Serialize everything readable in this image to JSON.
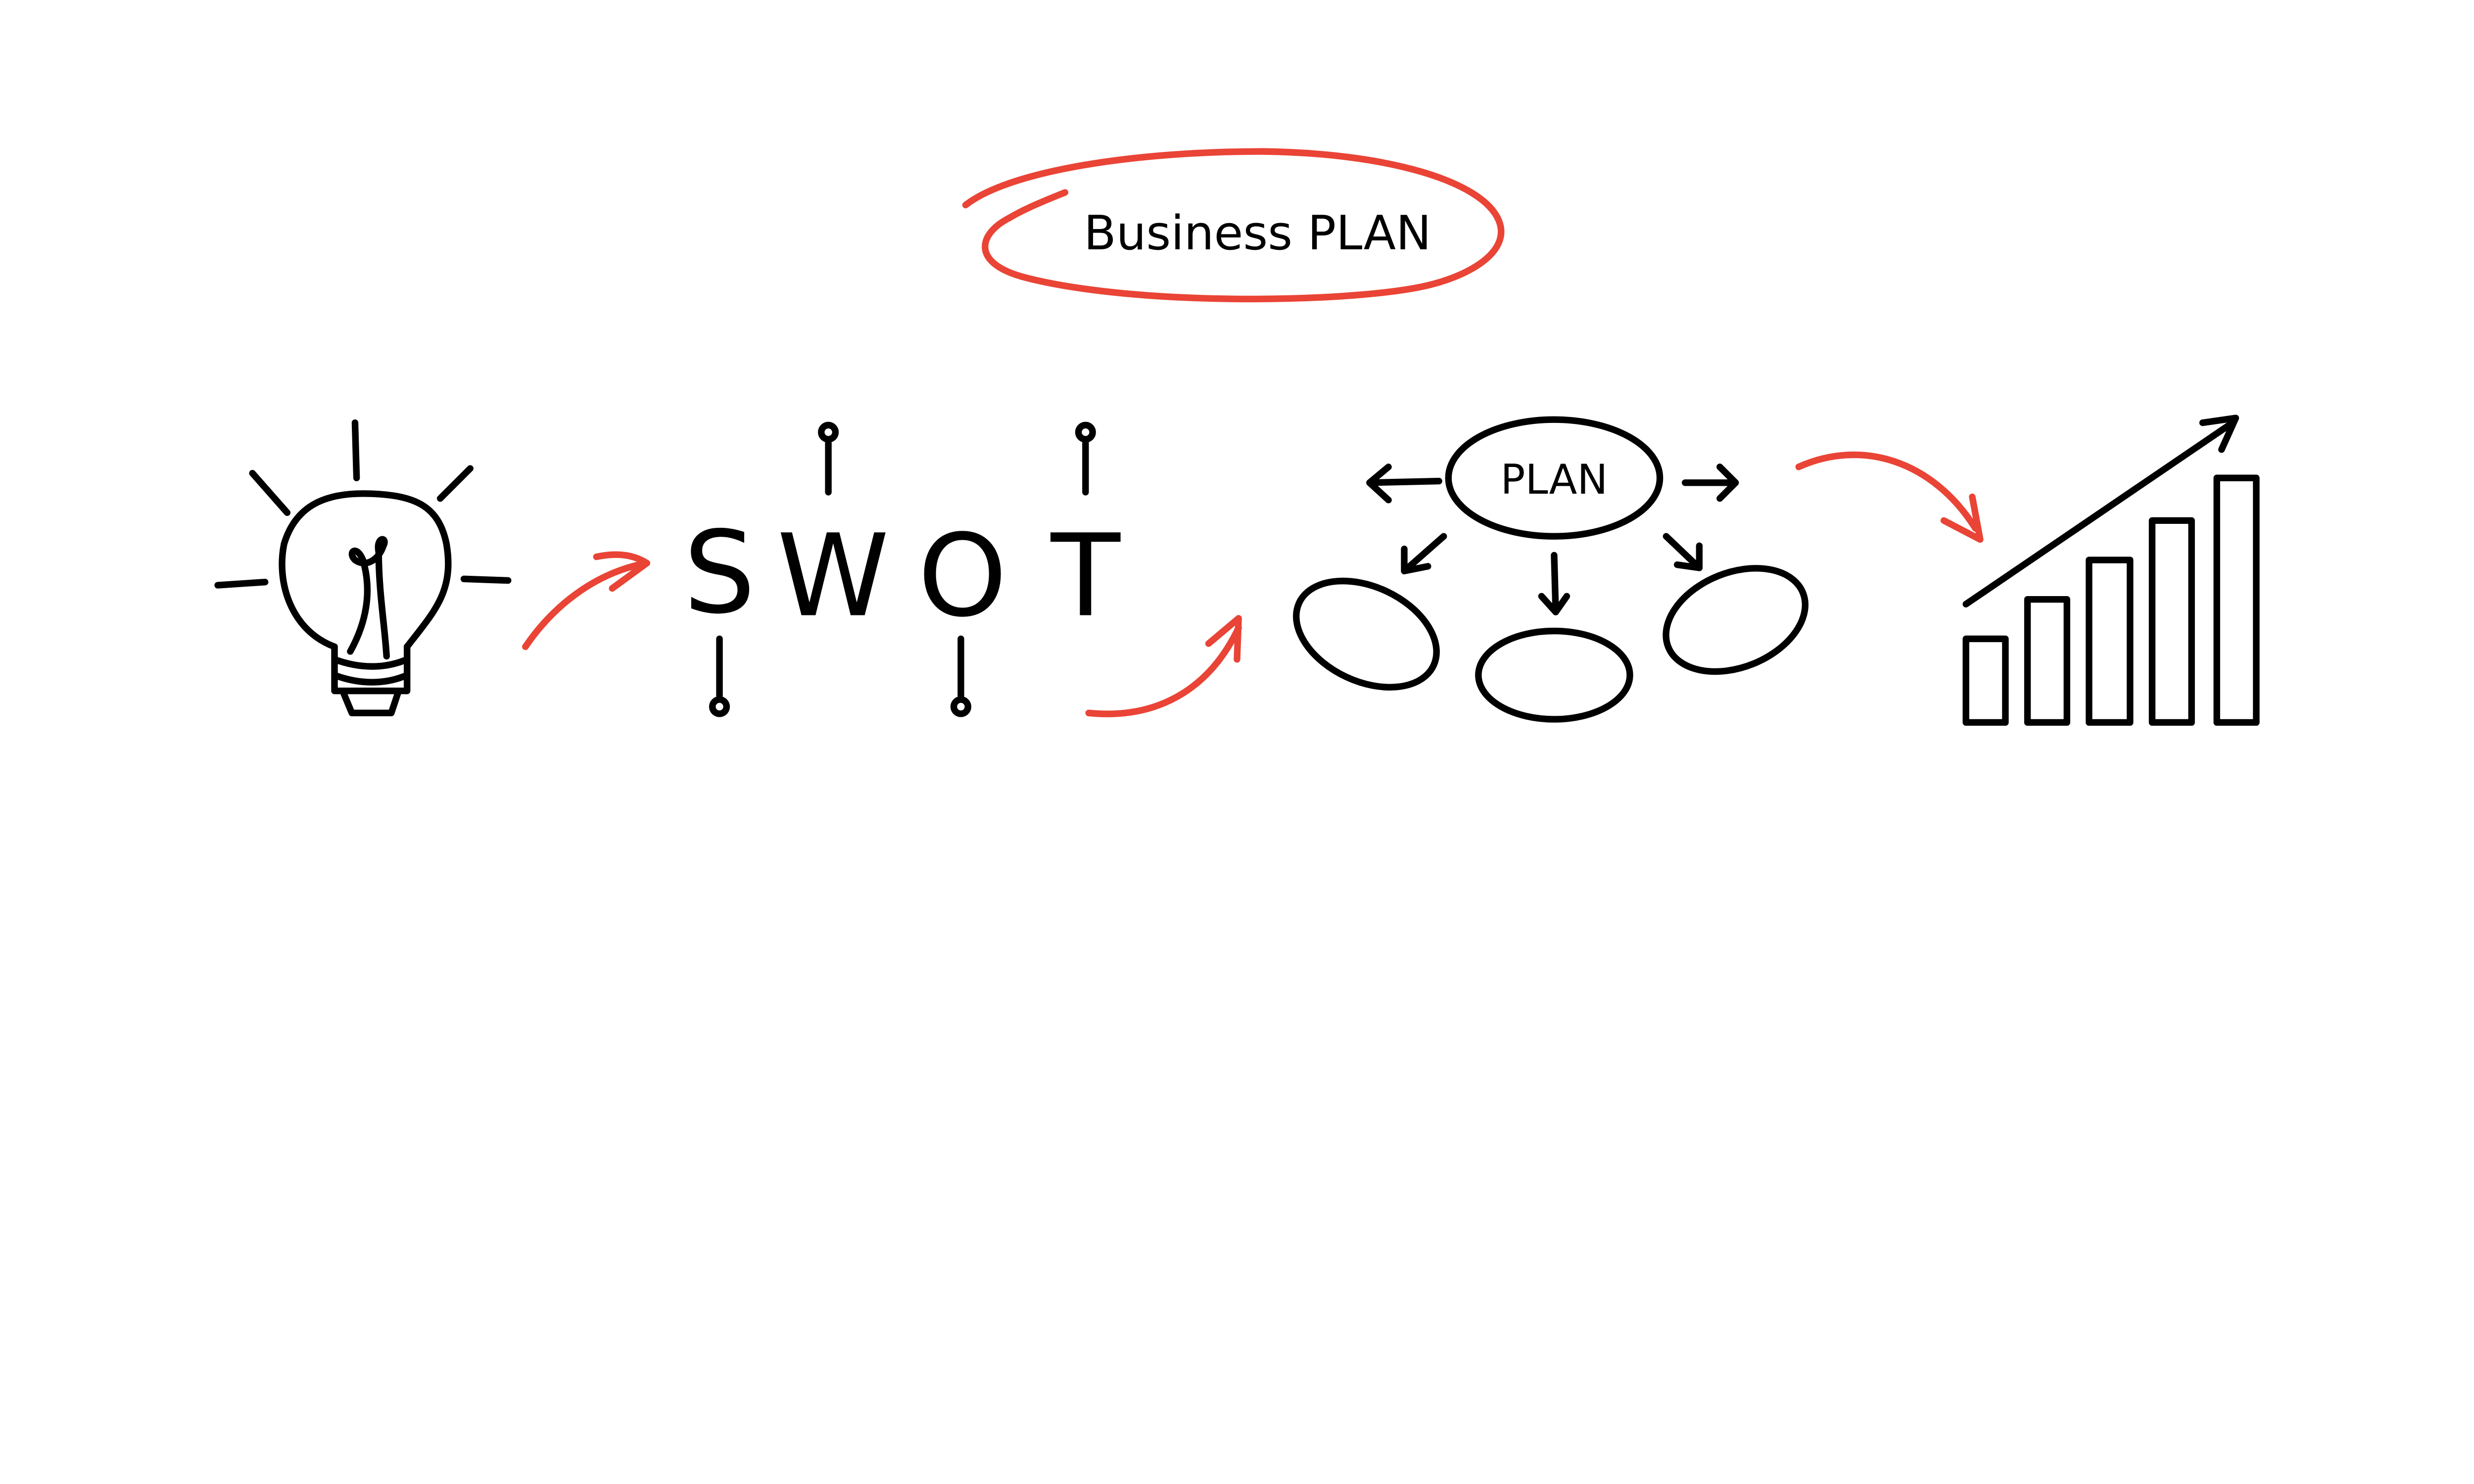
{
  "title": {
    "text": "Business PLAN"
  },
  "swot": {
    "letters": [
      "S",
      "W",
      "O",
      "T"
    ]
  },
  "plan": {
    "center_label": "PLAN"
  },
  "icons": [
    "lightbulb-icon",
    "swot-diagram",
    "plan-mind-map",
    "growth-bar-chart-icon",
    "curved-arrow-icon"
  ],
  "colors": {
    "ink": "#000000",
    "accent": "#e94436",
    "background": "#ffffff"
  }
}
